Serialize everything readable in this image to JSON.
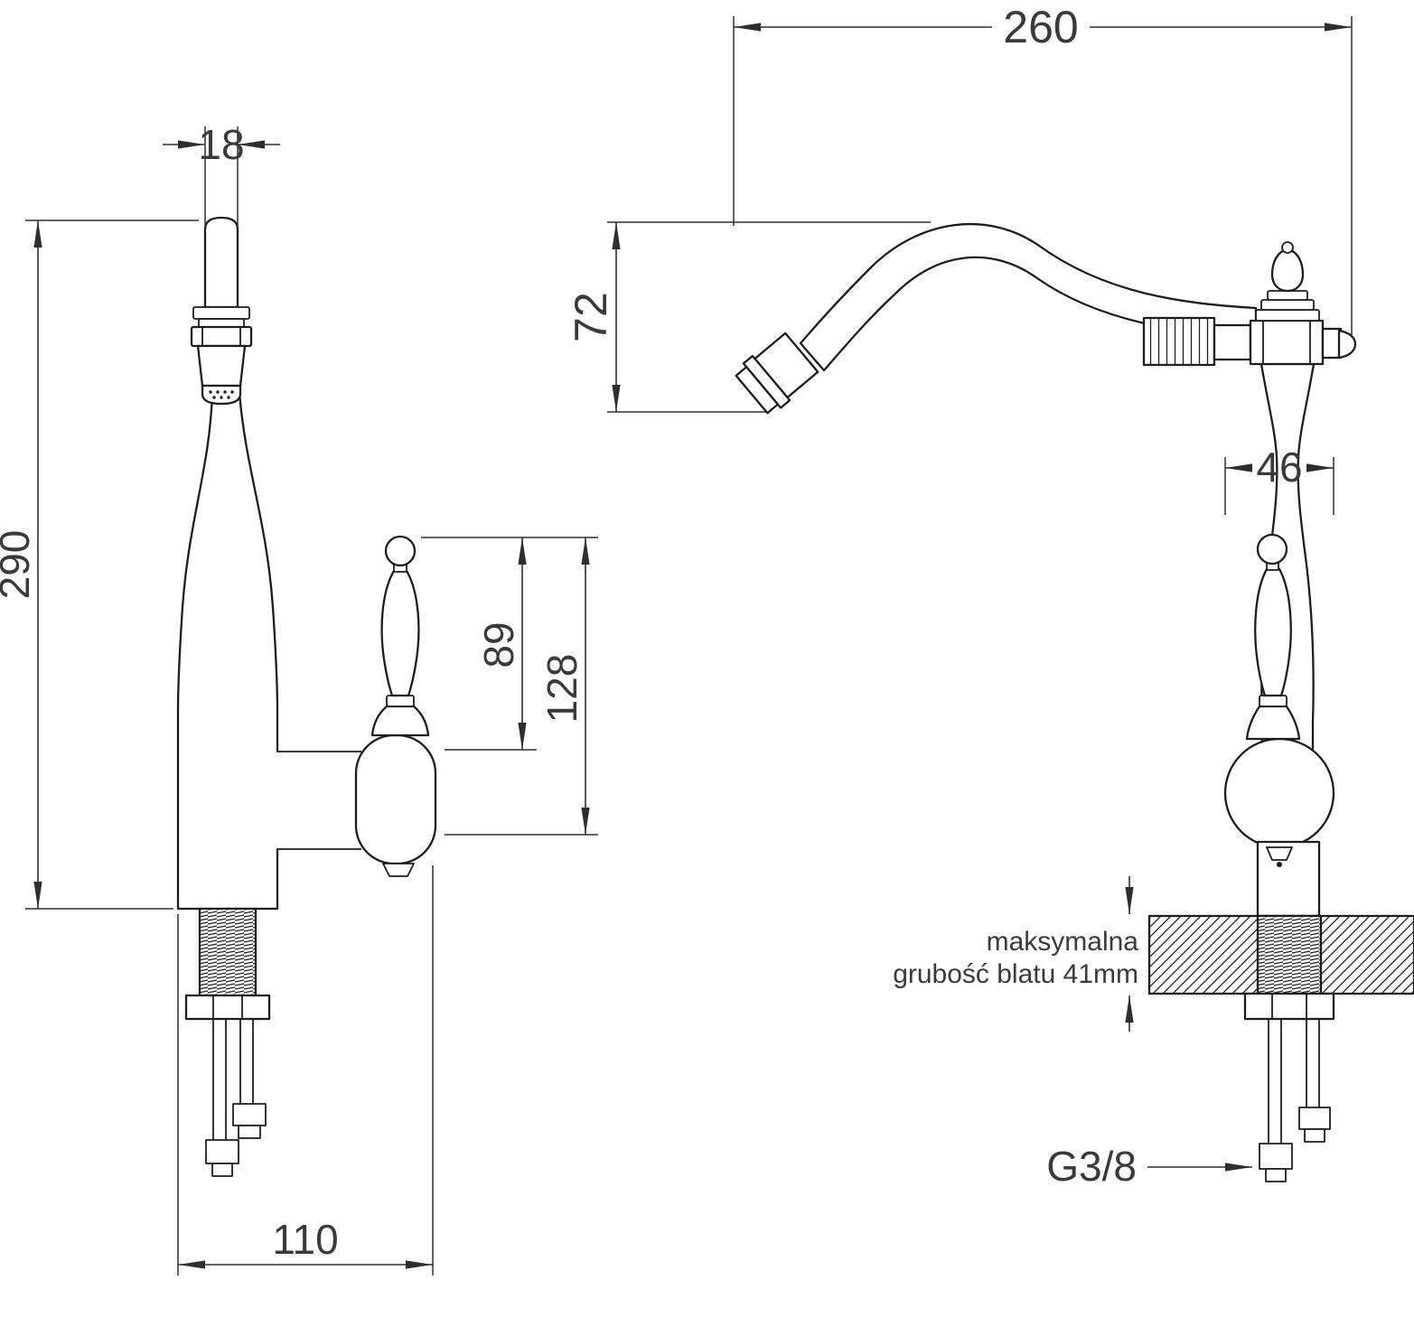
{
  "front_view": {
    "dim_spout_tube_diameter": "18",
    "dim_total_height": "290",
    "dim_handle_height": "89",
    "dim_handle_overall_height": "128",
    "dim_base_depth": "110"
  },
  "side_view": {
    "dim_spout_reach": "260",
    "dim_spout_drop": "72",
    "dim_body_diameter": "46",
    "counter_note_line1": "maksymalna",
    "counter_note_line2": "grubość blatu 41mm",
    "connection_thread_label": "G3/8"
  },
  "colors": {
    "line": "#1d1d1d",
    "text": "#3a3a3a",
    "background": "#ffffff"
  }
}
